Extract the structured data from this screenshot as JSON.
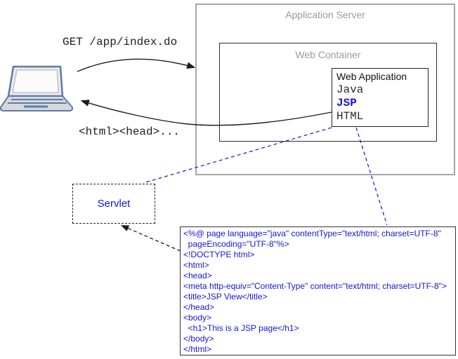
{
  "colors": {
    "blue": "#1414d6",
    "gray-title": "#9b9b9b",
    "gray-border": "#a6a6a6",
    "ink": "#1c1c1c",
    "laptop-stroke": "#5b7dab",
    "laptop-body": "#d8d8d8",
    "laptop-screen": "#fbfbfb"
  },
  "icons": {
    "client": "laptop-icon"
  },
  "labels": {
    "app_server": "Application Server",
    "web_container": "Web Container",
    "web_app": "Web Application",
    "servlet": "Servlet",
    "request": "GET /app/index.do",
    "response": "<html><head>..."
  },
  "web_app_items": [
    {
      "label": "Java"
    },
    {
      "label": "JSP"
    },
    {
      "label": "HTML"
    }
  ],
  "jsp_code": {
    "lines": [
      "<%@ page language=\"java\" contentType=\"text/html; charset=UTF-8\"",
      "  pageEncoding=\"UTF-8\"%>",
      "<!DOCTYPE html>",
      "<html>",
      "<head>",
      "<meta http-equiv=\"Content-Type\" content=\"text/html; charset=UTF-8\">",
      "<title>JSP View</title>",
      "</head>",
      "<body>",
      "  <h1>This is a JSP page</h1>",
      "</body>",
      "</html>"
    ]
  }
}
